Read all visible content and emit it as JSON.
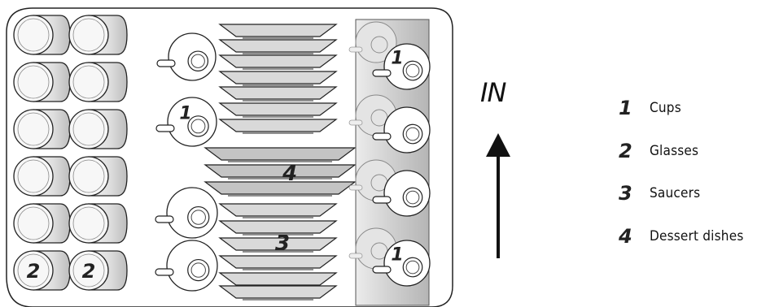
{
  "diagram": {
    "direction_label": "IN",
    "cup_marker": "1",
    "glass_marker": "2",
    "saucer_marker": "3",
    "dessert_marker": "4",
    "legend": [
      {
        "number": "1",
        "label": "Cups"
      },
      {
        "number": "2",
        "label": "Glasses"
      },
      {
        "number": "3",
        "label": "Saucers"
      },
      {
        "number": "4",
        "label": "Dessert dishes"
      }
    ],
    "colors": {
      "outline": "#222222",
      "glass_fill": "#e6e6e6",
      "dish_fill": "#d9d9d9",
      "dessert_fill": "#c4c4c4",
      "rack_shade": "#cfcfcf"
    }
  }
}
